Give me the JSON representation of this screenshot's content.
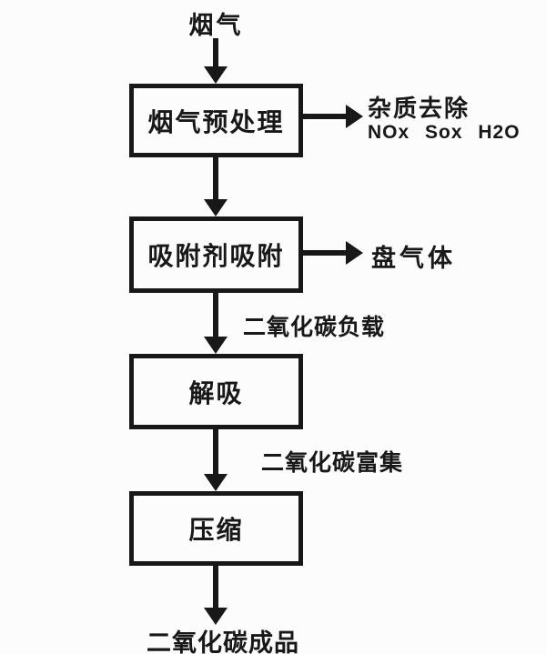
{
  "diagram": {
    "source_label": "烟气",
    "boxes": [
      {
        "label": "烟气预处理"
      },
      {
        "label": "吸附剂吸附"
      },
      {
        "label": "解吸"
      },
      {
        "label": "压缩"
      }
    ],
    "branches": [
      {
        "line1": "杂质去除",
        "line2": "NOx Sox H2O"
      },
      {
        "line1": "盘气体"
      }
    ],
    "edge_labels": [
      "二氧化碳负载",
      "二氧化碳富集"
    ],
    "output_label": "二氧化碳成品",
    "colors": {
      "ink": "#181818",
      "background": "#fcfcfc"
    }
  }
}
